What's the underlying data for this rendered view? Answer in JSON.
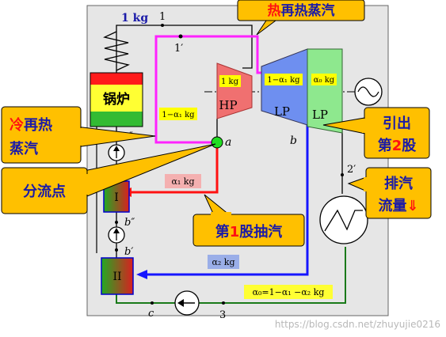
{
  "labels": {
    "mass_1kg_top": "1 kg",
    "state_1": "1",
    "state_1p": "1′",
    "boiler": "锅炉",
    "hp_inlet": "1 kg",
    "hp": "HP",
    "lp_inlet": "1−α₁ kg",
    "lp": "LP",
    "lp2_inlet": "α₀ kg",
    "lp2": "LP",
    "reheat_branch": "1−α₁ kg",
    "state_a": "a",
    "state_a2": "a″",
    "state_b": "b",
    "state_b2": "b″",
    "state_bp": "b′",
    "state_2p": "2′",
    "state_c": "c",
    "state_3": "3",
    "heater1": "I",
    "heater2": "II",
    "extract1_mass": "α₁ kg",
    "extract2_mass": "α₂ kg",
    "condensate_mass": "α₀=1−α₁ −α₂ kg"
  },
  "callouts": {
    "hot_reheat_prefix": "热",
    "hot_reheat_rest": "再热蒸汽",
    "cold_reheat_prefix": "冷",
    "cold_reheat_line1": "再热",
    "cold_reheat_line2": "蒸汽",
    "split_point": "分流点",
    "extract1_pre": "第",
    "extract1_num": "1",
    "extract1_post": "股抽汽",
    "extract2_line1": "引出",
    "extract2_pre": "第",
    "extract2_num": "2",
    "extract2_post": "股",
    "exhaust_line1": "排汽",
    "exhaust_line2_text": "流量",
    "exhaust_arrow": "⇓"
  },
  "watermark": "https://blog.csdn.net/zhuyujie0216",
  "colors": {
    "panel": "#e6e6e6",
    "reheat_pink": "#ff22ff",
    "extract_red": "#ff1111",
    "extract_blue": "#1515ff",
    "condensate_green": "#1a7a1a",
    "callout_fill": "#ffc000",
    "callout_text": "#1a1aa8",
    "hp_fill": "#f07070",
    "lp_fill": "#6e8ff0",
    "lp2_fill": "#8ee88e"
  }
}
